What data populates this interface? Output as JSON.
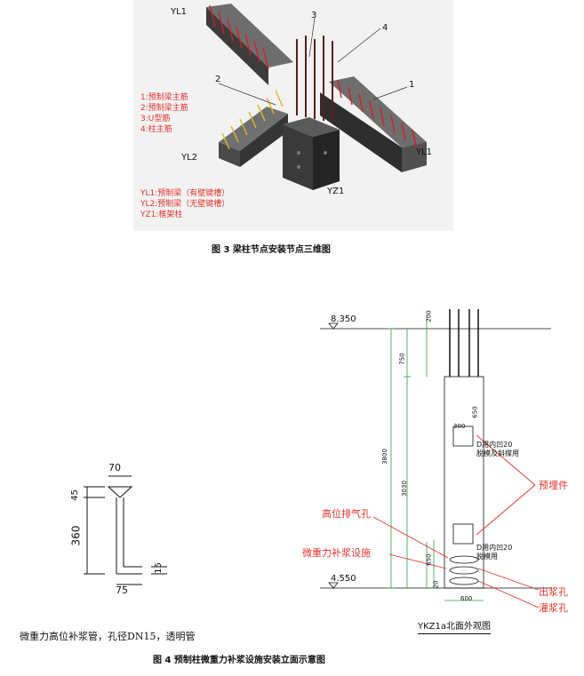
{
  "figure3": {
    "caption": "图 3   梁柱节点安装节点三维图",
    "legend_top": [
      "1:预制梁主筋",
      "2:预制梁主筋",
      "3:U型筋",
      "4:柱主筋"
    ],
    "legend_bottom": [
      "YL1:预制梁（有壁键槽）",
      "YL2:预制梁（无壁键槽）",
      "YZ1:框架柱"
    ],
    "labels": {
      "yl1_top": "YL1",
      "yl1_right": "YL1",
      "yl2": "YL2",
      "yz1": "YZ1",
      "n1": "1",
      "n2": "2",
      "n3": "3",
      "n4": "4"
    }
  },
  "figure4": {
    "caption": "图 4   预制柱微重力补浆设施安装立面示意图",
    "pipe": {
      "dims": {
        "top": "70",
        "top_h": "45",
        "height": "360",
        "bottom": "75",
        "foot": "15"
      },
      "note": "微重力高位补浆管，孔径DN15，透明管"
    },
    "elevation": {
      "level_top": "8.350",
      "level_bottom": "4.550",
      "dims_left": {
        "top": "200",
        "mid1": "750",
        "mid2": "3800",
        "mid3": "3030",
        "low1": "650",
        "low2": "20"
      },
      "dims_col": {
        "upper": "650",
        "w_top": "300",
        "w_bottom": "600"
      },
      "notes": {
        "upper": "D用内凹20\n脱模及斜撑用",
        "lower": "D用内凹20\n脱模用"
      },
      "title": "YKZ1a北面外观图"
    },
    "callouts": {
      "embedded": "预埋件",
      "vent": "高位排气孔",
      "facility": "微重力补浆设施",
      "outlet": "出浆孔",
      "inlet": "灌浆孔"
    }
  }
}
